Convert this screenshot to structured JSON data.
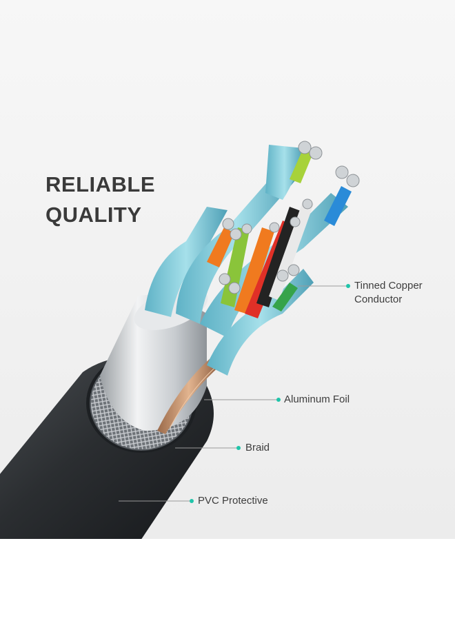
{
  "headline": {
    "line1": "RELIABLE",
    "line2": "QUALITY"
  },
  "callouts": [
    {
      "id": "conductor",
      "lines": [
        "Tinned Copper",
        "Conductor"
      ]
    },
    {
      "id": "foil",
      "lines": [
        "Aluminum Foil"
      ]
    },
    {
      "id": "braid",
      "lines": [
        "Braid"
      ]
    },
    {
      "id": "jacket",
      "lines": [
        "PVC Protective"
      ]
    }
  ],
  "colors": {
    "marker": "#1fc4a9",
    "leader": "#9a9a9a",
    "jacket": "#2a2d30",
    "foil_shield": "#79c6d6",
    "headline": "#3a3a3a"
  }
}
